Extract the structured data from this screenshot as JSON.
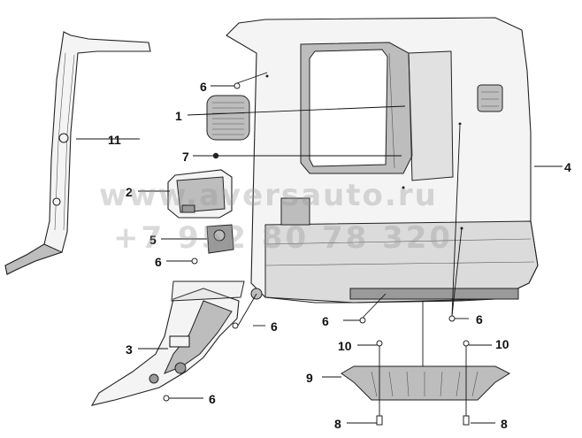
{
  "diagram": {
    "callouts": {
      "c1": "1",
      "c2": "2",
      "c3": "3",
      "c4": "4",
      "c5": "5",
      "c6a": "6",
      "c6b": "6",
      "c6c": "6",
      "c6d": "6",
      "c6e": "6",
      "c6f": "6",
      "c7": "7",
      "c8a": "8",
      "c8b": "8",
      "c9": "9",
      "c10a": "10",
      "c10b": "10",
      "c11": "11"
    },
    "watermark": {
      "site": "www.aversauto.ru",
      "phone": "+7 952 80 78 320"
    }
  }
}
